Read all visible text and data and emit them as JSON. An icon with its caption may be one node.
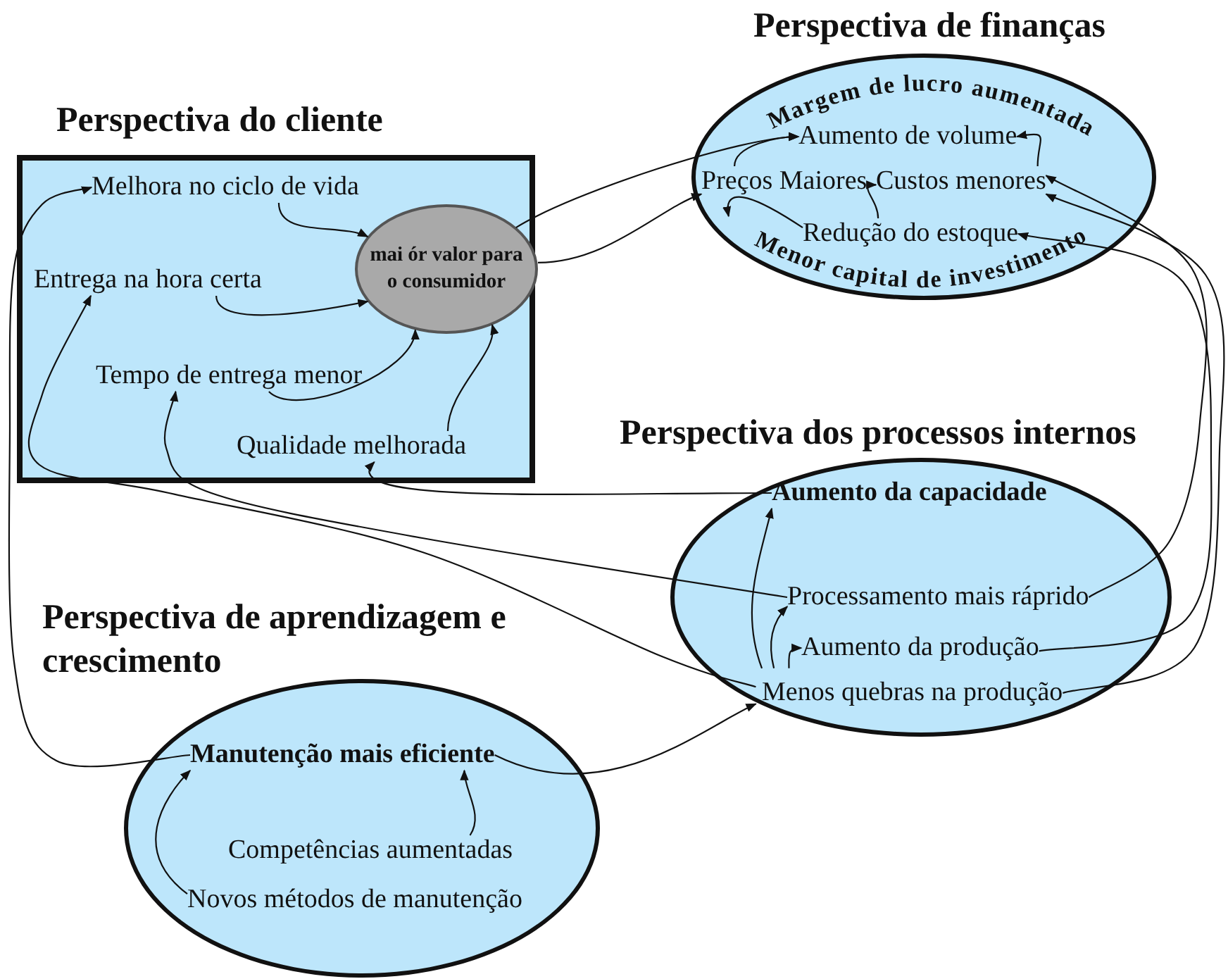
{
  "diagram": {
    "nodes": [
      {
        "text": [
          "Perspectiva do cliente"
        ]
      },
      {
        "text": [
          "Melhora no ciclo de vida"
        ],
        "in": 0
      },
      {
        "text": [
          "Entrega na hora certa"
        ],
        "in": 0
      },
      {
        "text": [
          "mai ór valor para o consumidor"
        ],
        "in": 0
      },
      {
        "text": [
          "Tempo de entrega menor"
        ],
        "in": 0
      },
      {
        "text": [
          "Qualidade melhorada"
        ],
        "in": 0
      },
      {
        "text": [
          "Perspectiva de finanças",
          "Margem de lucro aumentada",
          "Menor capital de investimento"
        ]
      },
      {
        "text": [
          "Aumento de volume"
        ],
        "in": 6
      },
      {
        "text": [
          "Preços Maiores"
        ],
        "in": 6
      },
      {
        "text": [
          "Custos menores"
        ],
        "in": 6
      },
      {
        "text": [
          "Redução do estoque"
        ],
        "in": 6
      },
      {
        "text": [
          "Perspectiva dos processos internos"
        ]
      },
      {
        "text": [
          "Aumento da capacidade"
        ],
        "in": 11
      },
      {
        "text": [
          "Processamento mais ráprido"
        ],
        "in": 11
      },
      {
        "text": [
          "Aumento da produção"
        ],
        "in": 11
      },
      {
        "text": [
          "Menos quebras na produção"
        ],
        "in": 11
      },
      {
        "text": [
          "Perspectiva de aprendizagem e crescimento"
        ]
      },
      {
        "text": [
          "Manutenção mais eficiente"
        ],
        "in": 16
      },
      {
        "text": [
          "Competências aumentadas"
        ],
        "in": 16
      },
      {
        "text": [
          "Novos métodos de manutenção"
        ],
        "in": 16
      }
    ],
    "edges": [
      {
        "from": 1,
        "to": 3,
        "arrow": "to"
      },
      {
        "from": 2,
        "to": 3,
        "arrow": "to"
      },
      {
        "from": 4,
        "to": 3,
        "arrow": "to"
      },
      {
        "from": 5,
        "to": 3,
        "arrow": "to"
      },
      {
        "from": 3,
        "to": 7,
        "arrow": "to"
      },
      {
        "from": 3,
        "to": 8,
        "arrow": "to"
      },
      {
        "from": 8,
        "to": 7,
        "arrow": "to"
      },
      {
        "from": 10,
        "to": 6,
        "arrow": "to"
      },
      {
        "from": 10,
        "to": 9,
        "arrow": "to"
      },
      {
        "from": 9,
        "to": 7,
        "arrow": "to"
      },
      {
        "from": 13,
        "to": 9,
        "arrow": "to"
      },
      {
        "from": 14,
        "to": 10,
        "arrow": "to"
      },
      {
        "from": 15,
        "to": 9,
        "arrow": "to"
      },
      {
        "from": 12,
        "to": 5,
        "arrow": "to"
      },
      {
        "from": 13,
        "to": 4,
        "arrow": "to"
      },
      {
        "from": 15,
        "to": 2,
        "arrow": "to"
      },
      {
        "from": 15,
        "to": 12,
        "arrow": "to"
      },
      {
        "from": 15,
        "to": 13,
        "arrow": "to"
      },
      {
        "from": 15,
        "to": 14,
        "arrow": "to"
      },
      {
        "from": 17,
        "to": 15,
        "arrow": "to"
      },
      {
        "from": 17,
        "to": 1,
        "arrow": "to"
      },
      {
        "from": 18,
        "to": 17,
        "arrow": "to"
      },
      {
        "from": 19,
        "to": 17,
        "arrow": "to"
      }
    ]
  }
}
